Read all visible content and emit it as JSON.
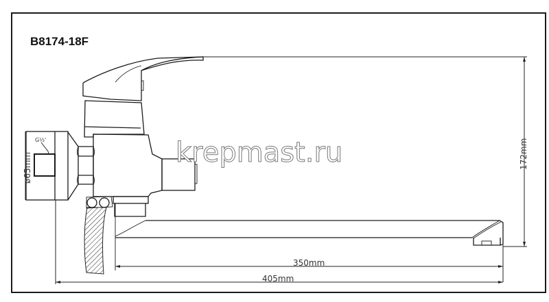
{
  "drawing": {
    "model_code": "B8174-18F",
    "thread_label": "G½'",
    "watermark": "krepmast.ru",
    "dimensions": {
      "inlet_diameter": "ø65mm",
      "height": "172mm",
      "spout_reach": "350mm",
      "overall_length": "405mm"
    }
  },
  "colors": {
    "line": "#1a1a1a",
    "background": "#ffffff",
    "watermark_outline": "#777777"
  }
}
